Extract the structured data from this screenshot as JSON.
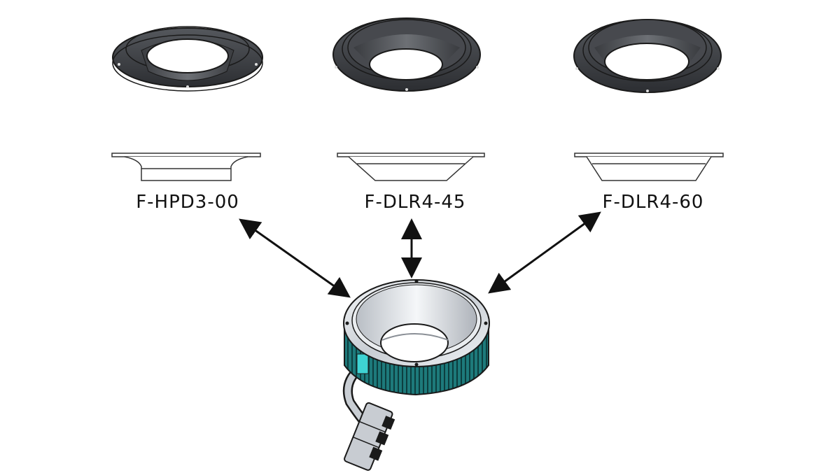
{
  "diagram": {
    "parts": [
      {
        "label": "F-HPD3-00"
      },
      {
        "label": "F-DLR4-45"
      },
      {
        "label": "F-DLR4-60"
      }
    ],
    "colors": {
      "flange_dark": "#3f4247",
      "flange_inner": "#5a5d62",
      "ring_silver": "#d9dde2",
      "ring_teal": "#1f7f80",
      "outline": "#1a1a1a",
      "arrow": "#111111"
    }
  }
}
